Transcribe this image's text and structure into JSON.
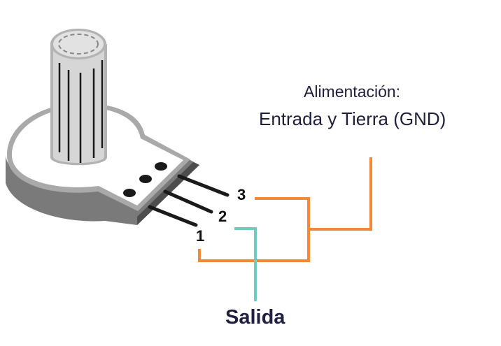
{
  "labels": {
    "power_title": "Alimentación:",
    "power_detail": "Entrada y Tierra (GND)",
    "output": "Salida"
  },
  "pins": [
    "1",
    "2",
    "3"
  ],
  "colors": {
    "power_wire": "#f0893a",
    "output_wire": "#6fcbbd",
    "text": "#1f1f3a"
  }
}
